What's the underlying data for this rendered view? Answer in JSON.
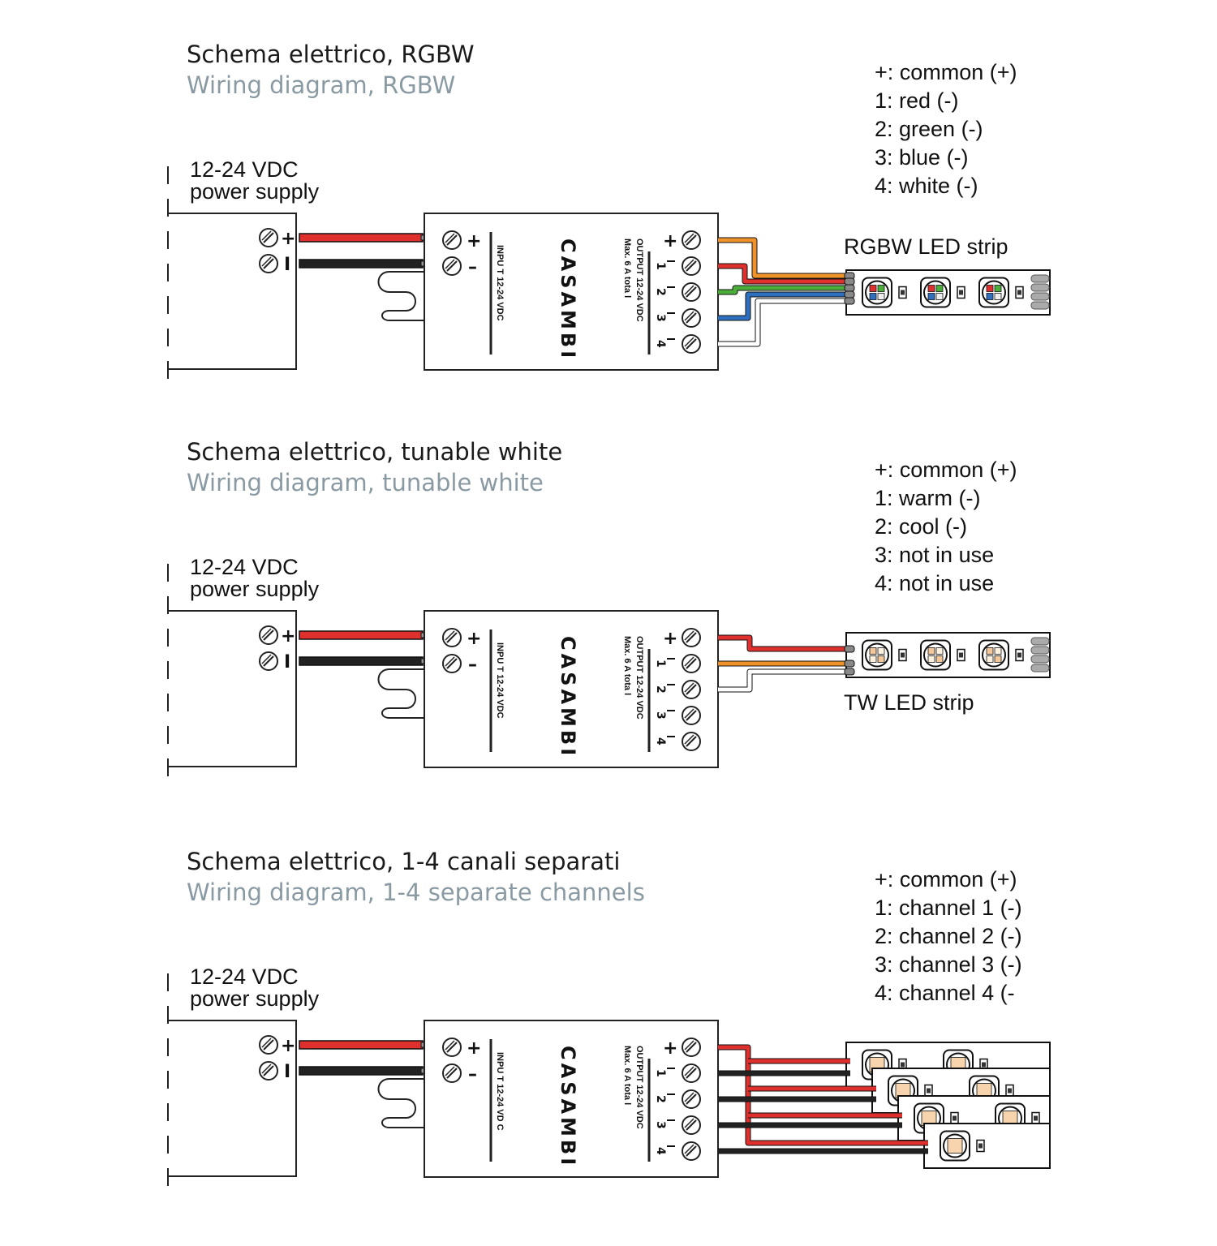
{
  "brand": "CASAMBI",
  "input_label": "INPU T 12-24 VDC",
  "input_label_3": "INPU T 12-24 VD C",
  "output_label": "OUTPUT 12-24 VDC",
  "output_max": "Max. 6 A tota l",
  "plus": "+",
  "minus": "–",
  "terminals": [
    "1",
    "2",
    "3",
    "4"
  ],
  "psu_plus": "+",
  "psu_minus": "I",
  "sections": [
    {
      "title_it": "Schema elettrico, RGBW",
      "title_en": "Wiring diagram, RGBW",
      "psu_line1": "12-24 VDC",
      "psu_line2": "power supply",
      "legend": [
        "+:  common (+)",
        "1:  red (-)",
        "2:  green (-)",
        "3:  blue (-)",
        "4:  white (-)"
      ],
      "strip_label": "RGBW LED strip"
    },
    {
      "title_it": "Schema elettrico, tunable white",
      "title_en": "Wiring diagram, tunable white",
      "psu_line1": "12-24 VDC",
      "psu_line2": "power supply",
      "legend": [
        "+:  common (+)",
        "1:  warm (-)",
        "2:  cool (-)",
        "3:  not in use",
        "4:  not in use"
      ],
      "strip_label": "TW LED strip"
    },
    {
      "title_it": "Schema elettrico, 1-4 canali separati",
      "title_en": "Wiring diagram, 1-4 separate channels",
      "psu_line1": "12-24 VDC",
      "psu_line2": "power supply",
      "legend": [
        "+:  common (+)",
        "1:  channel 1 (-)",
        "2:  channel 2 (-)",
        "3:  channel 3 (-)",
        "4:  channel 4 (-"
      ],
      "strip_label": ""
    }
  ],
  "colors": {
    "red": "#e0302e",
    "black": "#222222",
    "orange": "#f0922a",
    "green": "#4cae3a",
    "blue": "#2f6fc0",
    "white": "#ffffff",
    "title_grey": "#8a9aa3"
  }
}
